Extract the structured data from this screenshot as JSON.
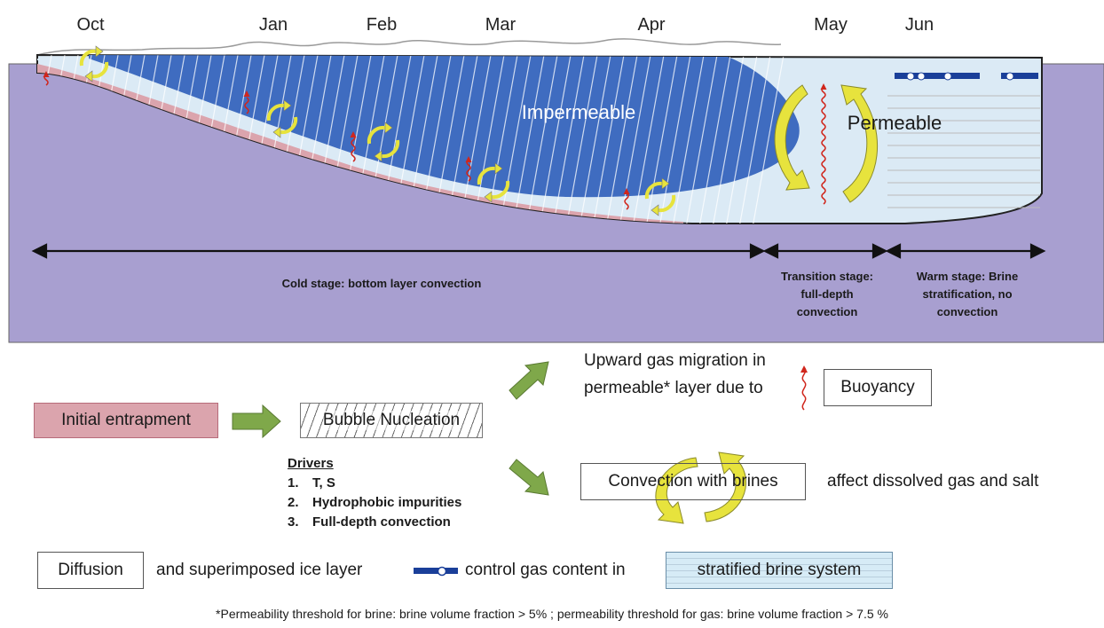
{
  "months": [
    "Oct",
    "Jan",
    "Feb",
    "Mar",
    "Apr",
    "May",
    "Jun"
  ],
  "zones": {
    "impermeable": "Impermeable",
    "permeable": "Permeable"
  },
  "stages": {
    "cold": [
      "Cold stage: bottom layer convection"
    ],
    "transition": [
      "Transition stage:",
      "full-depth",
      "convection"
    ],
    "warm": [
      "Warm stage: Brine",
      "stratification, no",
      "convection"
    ]
  },
  "legend": {
    "initial_entrapment": "Initial entrapment",
    "bubble_nucleation": "Bubble Nucleation",
    "upward_line1": "Upward gas migration in",
    "upward_line2": "permeable* layer due to",
    "buoyancy": "Buoyancy",
    "convection_box": "Convection with brines",
    "affect_text": "affect dissolved gas and salt",
    "drivers_title": "Drivers",
    "drivers": [
      {
        "num": "1.",
        "text": "T, S"
      },
      {
        "num": "2.",
        "text": "Hydrophobic impurities"
      },
      {
        "num": "3.",
        "text": "Full-depth convection"
      }
    ],
    "diffusion": "Diffusion",
    "superimposed_text": "and superimposed ice layer",
    "control_text": "control gas content in",
    "stratified": "stratified brine system"
  },
  "footnote": "*Permeability threshold for brine: brine volume fraction >  5% ; permeability threshold for gas: brine volume fraction > 7.5 %",
  "colors": {
    "sea": "#a89fd0",
    "dark_ice": "#3f6cc0",
    "light_ice": "#dbeaf5",
    "pink_layer": "#dba4ad",
    "arrow_yellow": "#e7e33d",
    "arrow_green": "#7fa84a",
    "stratified_fill": "#d6ebf6"
  }
}
